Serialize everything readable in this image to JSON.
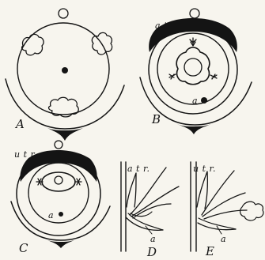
{
  "figure": {
    "panels": [
      {
        "id": "A",
        "letter": "A",
        "labels": []
      },
      {
        "id": "B",
        "letter": "B",
        "labels": [
          "a t r.",
          "a"
        ]
      },
      {
        "id": "C",
        "letter": "C",
        "labels": [
          "u t r.",
          "a"
        ]
      },
      {
        "id": "D",
        "letter": "D",
        "labels": [
          "a t r.",
          "a"
        ]
      },
      {
        "id": "E",
        "letter": "E",
        "labels": [
          "u t r.",
          "a"
        ]
      }
    ]
  }
}
